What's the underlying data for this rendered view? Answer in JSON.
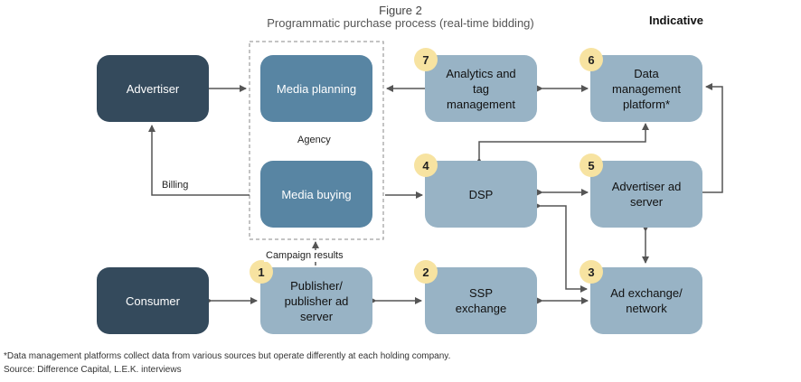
{
  "header": {
    "figure_label": "Figure 2",
    "subtitle": "Programmatic purchase process (real-time bidding)",
    "tag": "Indicative"
  },
  "nodes": {
    "advertiser": {
      "label": "Advertiser"
    },
    "media_planning": {
      "label": "Media planning"
    },
    "media_buying": {
      "label": "Media buying"
    },
    "consumer": {
      "label": "Consumer"
    },
    "publisher": {
      "badge": "1",
      "label": "Publisher/ publisher ad server"
    },
    "ssp": {
      "badge": "2",
      "label": "SSP exchange"
    },
    "ad_exchange": {
      "badge": "3",
      "label": "Ad exchange/ network"
    },
    "dsp": {
      "badge": "4",
      "label": "DSP"
    },
    "ad_server": {
      "badge": "5",
      "label": "Advertiser ad server"
    },
    "dmp": {
      "badge": "6",
      "label": "Data management platform*"
    },
    "analytics": {
      "badge": "7",
      "label": "Analytics and tag management"
    }
  },
  "labels": {
    "agency": "Agency",
    "billing": "Billing",
    "campaign_results": "Campaign results"
  },
  "footer": {
    "note": "*Data management platforms collect data from various sources but operate differently at each holding company.",
    "source": "Source: Difference Capital, L.E.K. interviews"
  },
  "colors": {
    "dark_node": "#344a5c",
    "agency_node": "#5885a3",
    "light_node": "#98b3c5",
    "badge": "#f7e3a1",
    "arrow": "#555555"
  }
}
